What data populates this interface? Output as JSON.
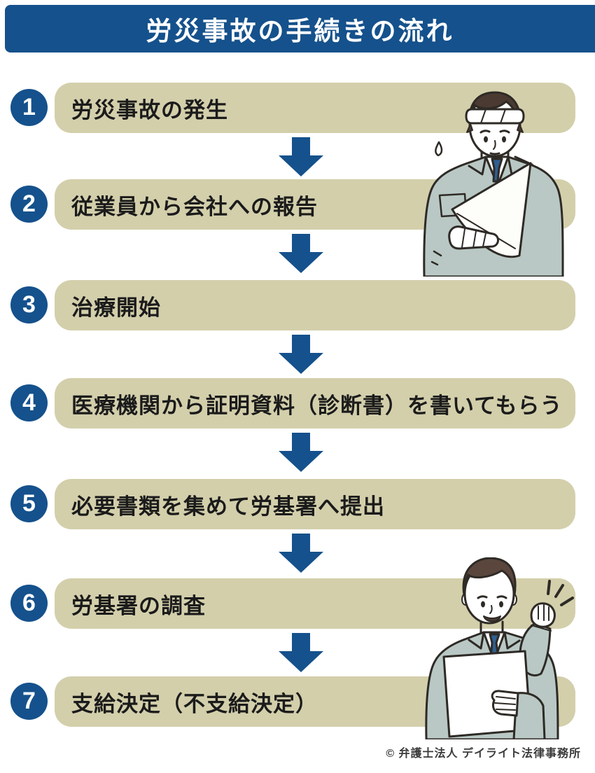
{
  "title": "労災事故の手続きの流れ",
  "steps": [
    {
      "number": "1",
      "label": "労災事故の発生"
    },
    {
      "number": "2",
      "label": "従業員から会社への報告"
    },
    {
      "number": "3",
      "label": "治療開始"
    },
    {
      "number": "4",
      "label": "医療機関から証明資料（診断書）を書いてもらう"
    },
    {
      "number": "5",
      "label": "必要書類を集めて労基署へ提出"
    },
    {
      "number": "6",
      "label": "労基署の調査"
    },
    {
      "number": "7",
      "label": "支給決定（不支給決定）"
    }
  ],
  "footer": {
    "copyright": "© 弁護士法人 デイライト法律事務所"
  },
  "illustrations": [
    {
      "name": "injured-worker",
      "label": "負傷した従業員"
    },
    {
      "name": "happy-worker",
      "label": "書類を持つ従業員"
    }
  ],
  "colors": {
    "navy": "#15518c",
    "beige": "#d3cfab",
    "ink": "#1b1b1b",
    "gray": "#3b3b3b",
    "jacket": "#b9c8c4",
    "tie": "#2f5f92"
  }
}
